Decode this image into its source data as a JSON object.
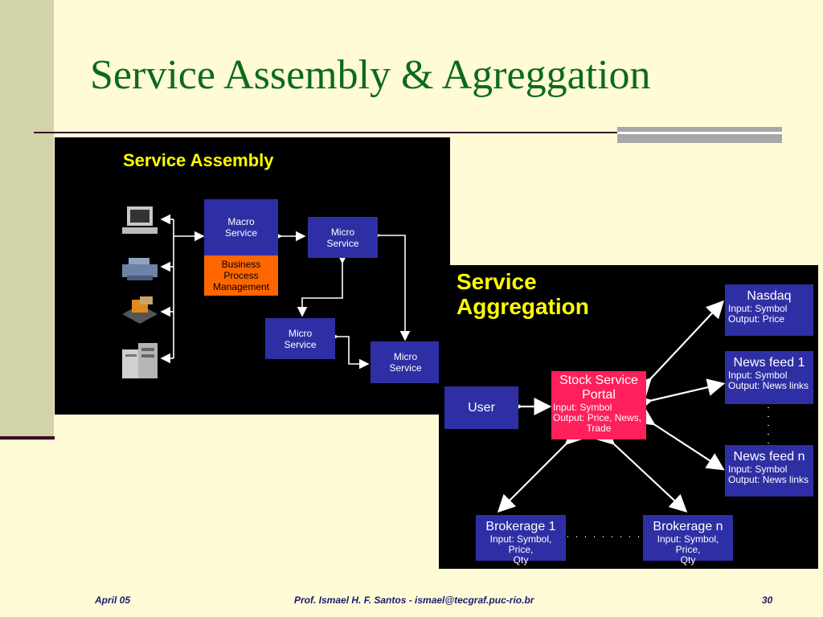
{
  "slide": {
    "title": "Service Assembly & Agreggation",
    "footer_left": "April 05",
    "footer_center": "Prof. Ismael H. F. Santos -  ismael@tecgraf.puc-rio.br",
    "footer_right": "30"
  },
  "assembly": {
    "heading": "Service Assembly",
    "macro": [
      "Macro",
      "Service"
    ],
    "bpm": [
      "Business",
      "Process",
      "Management"
    ],
    "micro_top": [
      "Micro",
      "Service"
    ],
    "micro_mid": [
      "Micro",
      "Service"
    ],
    "micro_bottom": [
      "Micro",
      "Service"
    ],
    "icons": [
      "computer-terminal-icon",
      "printer-icon",
      "network-device-icon",
      "server-icon"
    ]
  },
  "aggregation": {
    "heading_line1": "Service",
    "heading_line2": "Aggregation",
    "user": "User",
    "portal_title_1": "Stock Service",
    "portal_title_2": "Portal",
    "portal_line_1": "Input: Symbol",
    "portal_line_2": "Output: Price, News,",
    "portal_line_3": "Trade",
    "nasdaq": {
      "title": "Nasdaq",
      "line1": "Input: Symbol",
      "line2": "Output: Price"
    },
    "news1": {
      "title": "News feed 1",
      "line1": "Input: Symbol",
      "line2": "Output: News links"
    },
    "newsn": {
      "title": "News feed n",
      "line1": "Input: Symbol",
      "line2": "Output: News links"
    },
    "broker1": {
      "title": "Brokerage 1",
      "line1": "Input: Symbol, Price,",
      "line2": "Qty"
    },
    "brokern": {
      "title": "Brokerage n",
      "line1": "Input: Symbol, Price,",
      "line2": "Qty"
    }
  },
  "colors": {
    "title_green": "#0c6b1a",
    "box_blue": "#2f2fa5",
    "bpm_orange": "#ff6600",
    "portal_pink": "#ff1f5a",
    "heading_yellow": "#ffff00"
  }
}
